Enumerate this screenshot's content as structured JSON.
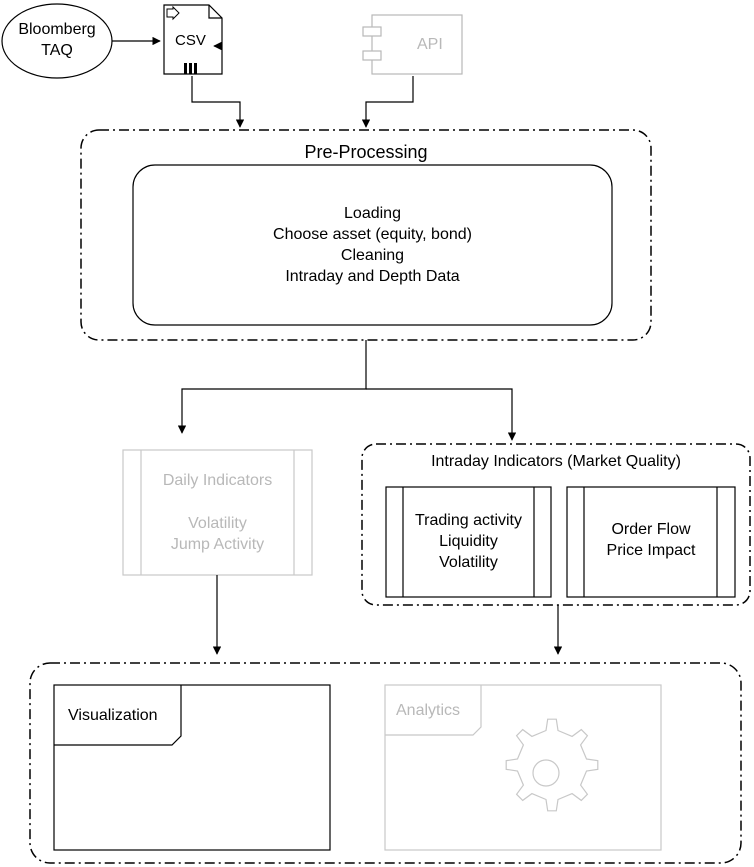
{
  "source": {
    "line1": "Bloomberg",
    "line2": "TAQ"
  },
  "csv": {
    "label": "CSV"
  },
  "api": {
    "label": "API"
  },
  "preprocessing": {
    "title": "Pre-Processing",
    "steps": [
      "Loading",
      "Choose asset (equity, bond)",
      "Cleaning",
      "Intraday and Depth Data"
    ]
  },
  "daily_indicators": {
    "title": "Daily Indicators",
    "items": [
      "Volatility",
      "Jump Activity"
    ]
  },
  "intraday_indicators": {
    "title": "Intraday Indicators (Market Quality)",
    "left_items": [
      "Trading activity",
      "Liquidity",
      "Volatility"
    ],
    "right_items": [
      "Order Flow",
      "Price Impact"
    ]
  },
  "output": {
    "visualization_label": "Visualization",
    "analytics_label": "Analytics"
  },
  "colors": {
    "active": "#000000",
    "inactive": "#b8b8b8",
    "gear": "#c8c8c8"
  },
  "icons": {
    "csv_file": "file-icon",
    "api_component": "component-icon",
    "gear": "gear-icon"
  }
}
